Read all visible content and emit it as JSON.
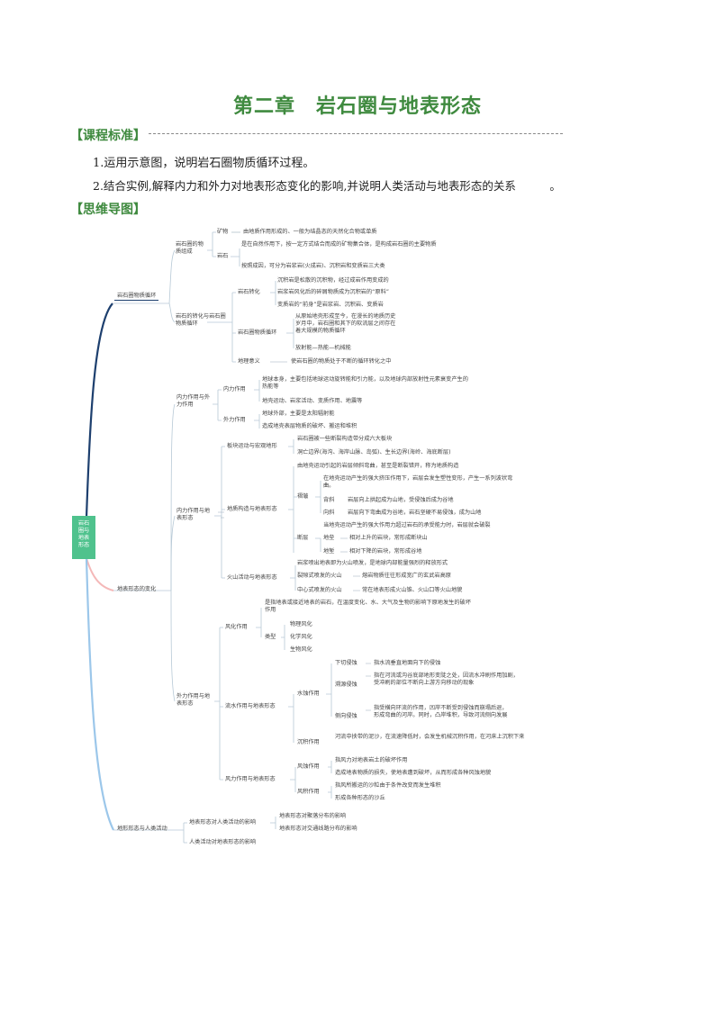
{
  "title": "第二章　岩石圈与地表形态",
  "sections": {
    "standard_heading": "【课程标准】",
    "map_heading": "【思维导图】"
  },
  "standards": [
    "1.运用示意图，说明岩石圈物质循环过程。",
    "2.结合实例,解释内力和外力对地表形态变化的影响,并说明人类活动与地表形态的关系　　　。"
  ],
  "mindmap": {
    "root": "岩石圈与地表形态",
    "b1": "岩石圈物质循环",
    "b1a": "岩石圈的物质组成",
    "mineral_k": "矿物",
    "mineral_d": "由地质作用形成的、一般为结晶态的天然化合物或单质",
    "rock_k": "岩石",
    "rock_d1": "是在自然作用下，按一定方式结合而成的矿物集合体，是构成岩石圈的主要物质",
    "rock_d2": "按照成因，可分为岩浆岩(火成岩)、沉积岩和变质岩三大类",
    "b1b": "岩石的转化与岩石圈物质循环",
    "conv_k": "岩石转化",
    "conv_d1": "沉积岩是松散的沉积物，经过成岩作用变成的",
    "conv_d2": "岩浆岩风化后的碎屑物质成为沉积岩的“原料”",
    "conv_d3": "变质岩的“前身”是岩浆岩、沉积岩、变质岩",
    "cycle_k": "岩石圈物质循环",
    "cycle_d1": "从原始地壳形成至今，在漫长的地质历史岁月中，岩石圈和其下的软流层之间存在着大规模的物质循环",
    "cycle_d2": "放射能—热能—机械能",
    "geo_k": "地理意义",
    "geo_d": "使岩石圈的物质处于不断的循环转化之中",
    "b2": "地表形态的变化",
    "b2a": "内力作用与外力作用",
    "inner_k": "内力作用",
    "inner_d1": "地球本身，主要包括地球运动旋转能和引力能，以及地球内部放射性元素衰变产生的热能等",
    "inner_d2": "地壳运动、岩浆活动、变质作用、地震等",
    "outer_k": "外力作用",
    "outer_d1": "地球外部，主要是太阳辐射能",
    "outer_d2": "造成地壳表层物质的破坏、搬运和堆积",
    "b2b": "内力作用与地表形态",
    "plate_k": "板块运动与宏观地形",
    "plate_d1": "岩石圈被一些断裂构造带分成六大板块",
    "plate_d2": "洞亡边界(海沟、海岸山脉、岛弧)、生长边界(海岭、海底断层)",
    "struct_k": "地质构造与地表形态",
    "struct_d0": "由地壳运动引起的岩层倾斜弯曲，甚至是断裂错开，称为地质构造",
    "fold_k": "褶皱",
    "fold_d": "在地壳运动产生的强大挤压作用下，岩层会发生塑性变形，产生一系列波状弯曲。",
    "anti_k": "背斜",
    "anti_d": "岩层向上拱起成为山地，受侵蚀后成为谷地",
    "syn_k": "向斜",
    "syn_d": "岩层向下弯曲成为谷地，岩石坚硬不易侵蚀，成为山地",
    "fault_d0": "当地壳运动产生的强大作用力超过岩石的承受能力时，岩层就会破裂",
    "fault_k": "断层",
    "horst_k": "地垒",
    "horst_d": "相对上升的岩块，常形成断块山",
    "graben_k": "地堑",
    "graben_d": "相对下降的岩块，常形成谷地",
    "volc_k": "火山活动与地表形态",
    "volc_d0": "岩浆喷出地表即为火山喷发，是地球内部能量强烈的释放形式",
    "volc_a_k": "裂隙式喷发的火山",
    "volc_a_d": "熔岩物质往往形成宽广的玄武岩高原",
    "volc_b_k": "中心式喷发的火山",
    "volc_b_d": "常在地表形成火山锥、火山口等火山地貌",
    "b2c": "外力作用与地表形态",
    "weather_k": "风化作用",
    "weather_d": "是指地表或接近地表的岩石，在温度变化、水、大气及生物的影响下原地发生的破坏作用",
    "type_k": "类型",
    "type_1": "物理风化",
    "type_2": "化学风化",
    "type_3": "生物风化",
    "water_k": "流水作用与地表形态",
    "erosion_k": "水蚀作用",
    "down_k": "下切侵蚀",
    "down_d": "指水流垂直地面向下的侵蚀",
    "head_k": "溯源侵蚀",
    "head_d": "指在河流或沟谷底部地形变陡之处，因流水冲刷作用加剧，受冲刷的部位不断向上游方向移动的现象",
    "side_k": "侧向侵蚀",
    "side_d": "指受横向环流的作用，凹岸不断受到侵蚀而崩塌后退，形成弯曲的河岸。同时，凸岸堆积，导致河流侧向发展",
    "dep_k": "沉积作用",
    "dep_d": "河流中挟带的泥沙，在流速降低时，会发生机械沉积作用，在河床上沉积下来",
    "wind_k": "风力作用与地表形态",
    "werode_k": "风蚀作用",
    "werode_d1": "指风力对地表岩土的破坏作用",
    "werode_d2": "造成地表物质的损失，使地表遭到破坏，从而形成各种风蚀地貌",
    "wdep_k": "风积作用",
    "wdep_d1": "指风所搬运的沙粒由于条件改变而发生堆积",
    "wdep_d2": "形成各种形态的沙丘",
    "b3": "地形形态与人类活动",
    "h1": "地表形态对人类活动的影响",
    "h1_d1": "地表形态对聚落分布的影响",
    "h1_d2": "地表形态对交通线路分布的影响",
    "h2": "人类活动对地表形态的影响"
  }
}
